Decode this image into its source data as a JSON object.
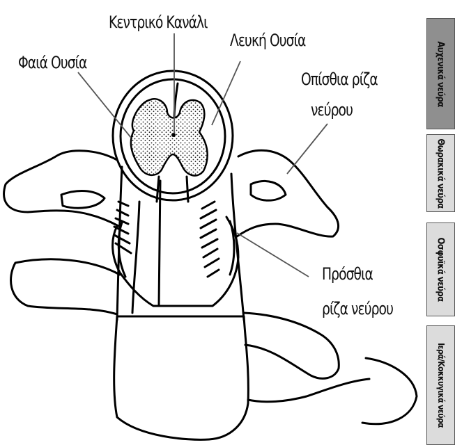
{
  "labels": {
    "central_canal": "Κεντρικό Κανάλι",
    "gray_matter": "Φαιά Ουσία",
    "white_matter": "Λευκή Ουσία",
    "posterior_root_line1": "Οπίσθια ρίζα",
    "posterior_root_line2": "νεύρου",
    "anterior_root_line1": "Πρόσθια",
    "anterior_root_line2": "ρίζα νεύρου"
  },
  "tabs": [
    {
      "label": "Αυχενικά νεύρα",
      "selected": true,
      "color": "#8f8f8f"
    },
    {
      "label": "Θωρακικά νεύρα",
      "selected": false,
      "color": "#dcdcdc"
    },
    {
      "label": "Οσφυϊκά νεύρα",
      "selected": false,
      "color": "#dcdcdc"
    },
    {
      "label": "Ιερά/Κοκκυγικά νεύρα",
      "selected": false,
      "color": "#dcdcdc"
    }
  ]
}
